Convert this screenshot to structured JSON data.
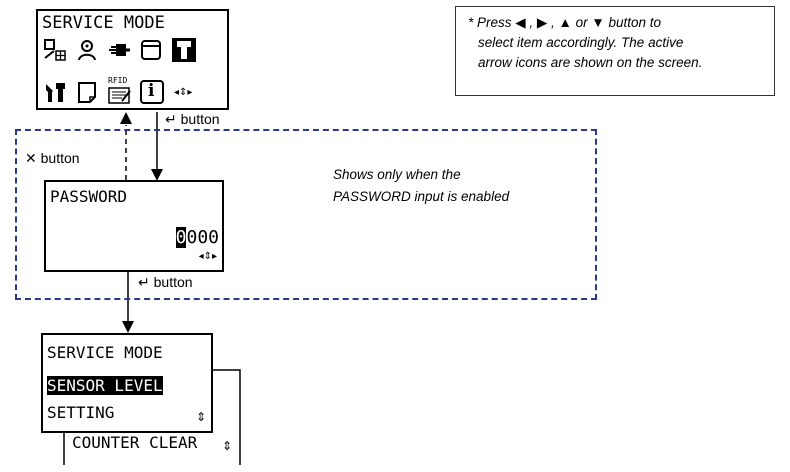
{
  "top_screen": {
    "title": "SERVICE MODE",
    "icons_row1": [
      "sensor-grid-icon",
      "person-gear-icon",
      "plug-icon",
      "tray-icon",
      "wrench-selected-icon"
    ],
    "icons_row2": [
      "tools-icon",
      "paper-icon",
      "rfid-icon",
      "info-icon",
      "arrows-icon"
    ],
    "rfid_label": "RFID",
    "info_glyph": "i",
    "nav_glyph": "◂⇕▸"
  },
  "note": {
    "line1": "* Press  ◀ , ▶ , ▲  or ▼  button to",
    "line2": "select item accordingly. The active",
    "line3": "arrow icons are shown on the screen."
  },
  "arrows": {
    "enter_button_1": "↵ button",
    "cancel_button": "✕ button",
    "enter_button_2": "↵ button"
  },
  "password_screen": {
    "title": "PASSWORD",
    "value_first_digit": "0",
    "value_rest": "000",
    "nav_glyph": "◂⇕▸",
    "condition_line1": "Shows only when the",
    "condition_line2": "PASSWORD input is enabled"
  },
  "menu_screen": {
    "title": "SERVICE MODE",
    "items": [
      "SENSOR LEVEL",
      "SETTING",
      "COUNTER CLEAR"
    ],
    "scroll_glyph": "⇕"
  }
}
